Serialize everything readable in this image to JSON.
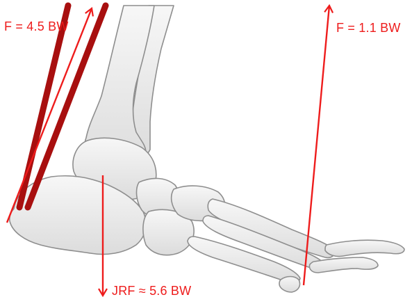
{
  "labels": {
    "achilles_force": "F = 4.5 BW",
    "forefoot_force": "F = 1.1 BW",
    "joint_reaction_force": "JRF ≈ 5.6 BW"
  },
  "colors": {
    "force_arrow": "#ee1c1c",
    "tendon": "#a80f0f",
    "bone_fill": "#ededed",
    "bone_outline": "#8e8e8e",
    "background": "#ffffff"
  }
}
